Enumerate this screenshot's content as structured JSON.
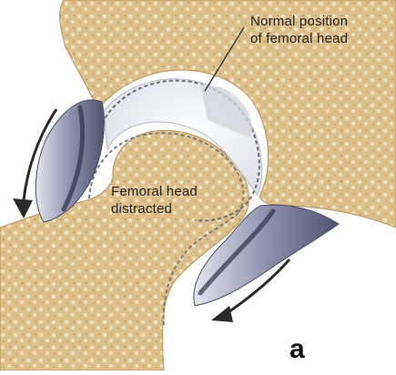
{
  "labels": {
    "normal_position": [
      "Normal position",
      "of femoral head"
    ],
    "distracted": [
      "Femoral head",
      "distracted"
    ],
    "panel": "a"
  },
  "colors": {
    "bone": "#ddc08c",
    "bone_light": "#ecd9b3",
    "cartilage": "#f3f4f6",
    "capsule_dark": "#6d6f8a",
    "capsule_light": "#b9bccd",
    "arrow": "#2b2b2b"
  }
}
